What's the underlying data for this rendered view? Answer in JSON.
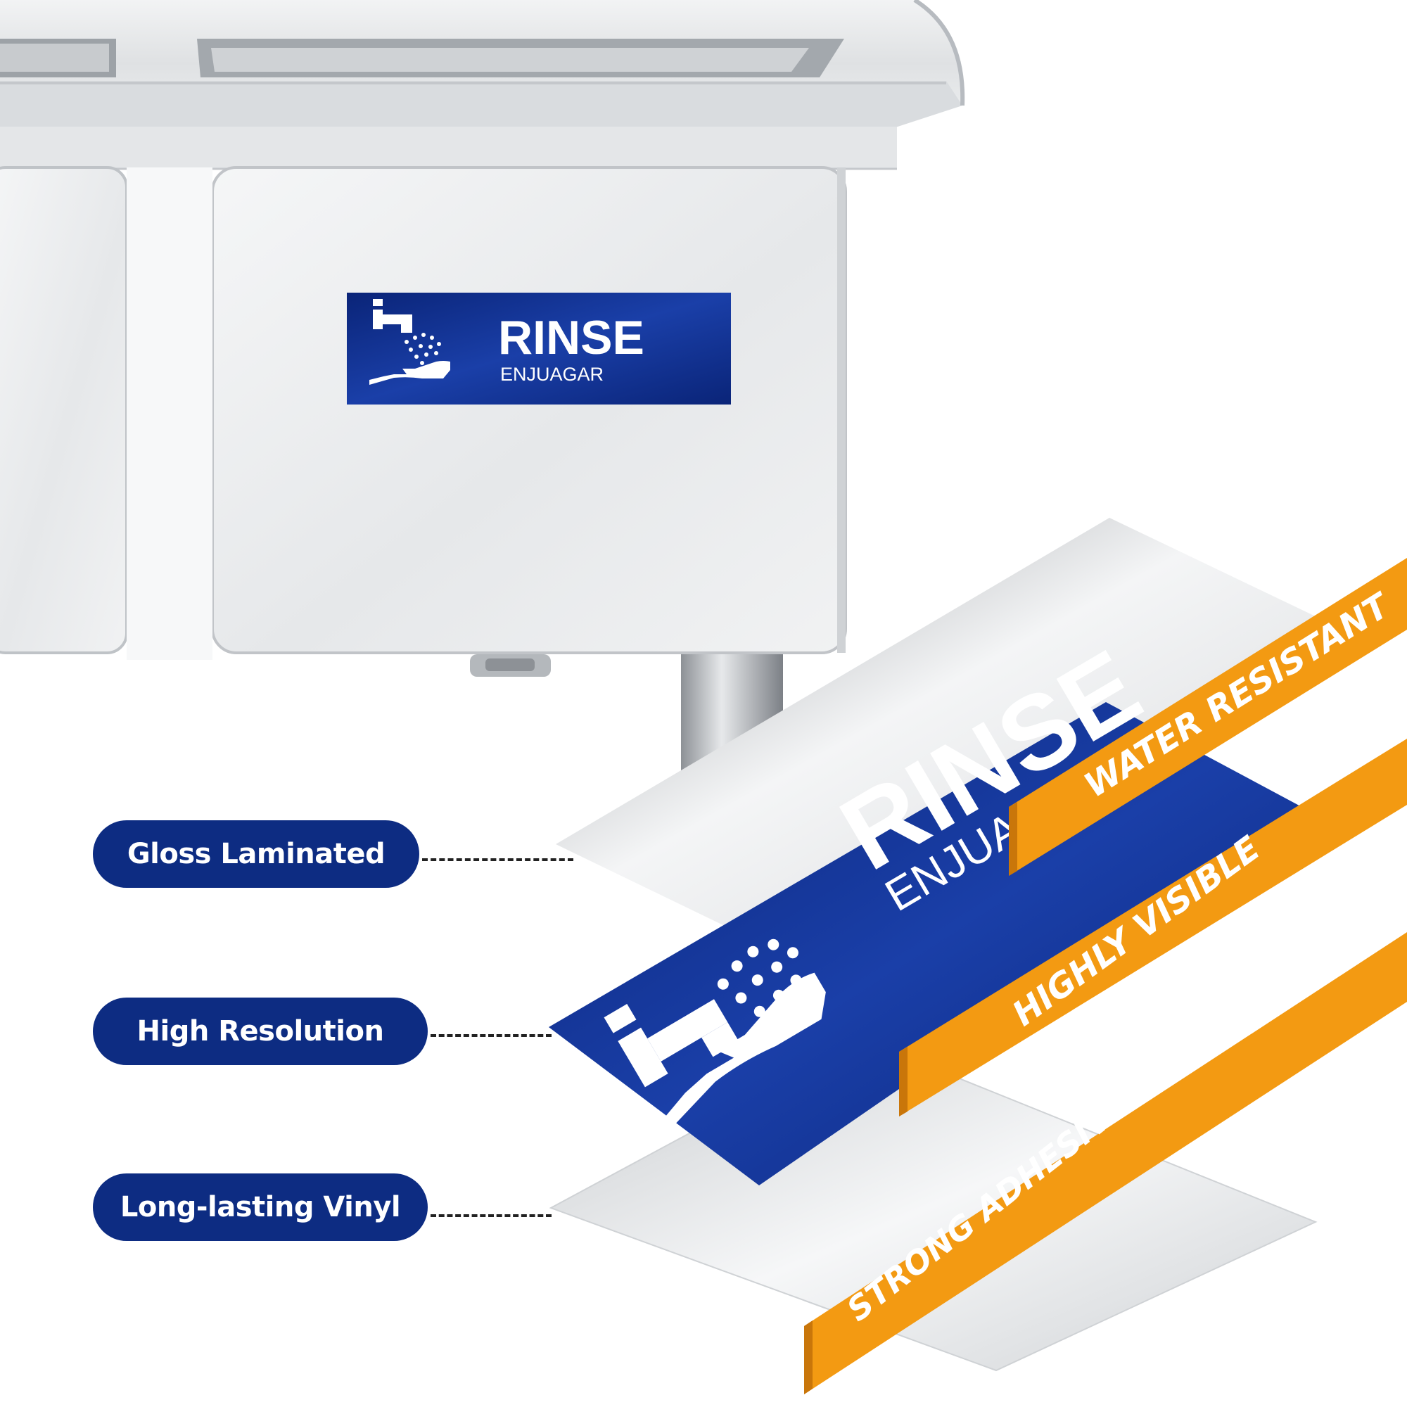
{
  "sign_on_sink": {
    "title": "RINSE",
    "subtitle": "ENJUAGAR"
  },
  "layer_sign": {
    "title": "RINSE",
    "subtitle": "ENJUAGAR"
  },
  "feature_labels": [
    {
      "label": "Gloss Laminated"
    },
    {
      "label": "High Resolution"
    },
    {
      "label": "Long-lasting Vinyl"
    }
  ],
  "ribbons": [
    {
      "label": "WATER RESISTANT"
    },
    {
      "label": "HIGHLY VISIBLE"
    },
    {
      "label": "STRONG ADHESIVE TYPE OF VINYL"
    }
  ],
  "icons": [
    "faucet-icon",
    "water-drops-icon",
    "hand-icon"
  ],
  "colors": {
    "sign_blue": "#0d2c82",
    "ribbon_orange": "#f39a12",
    "steel": "#cfd2d5",
    "text_white": "#ffffff"
  }
}
